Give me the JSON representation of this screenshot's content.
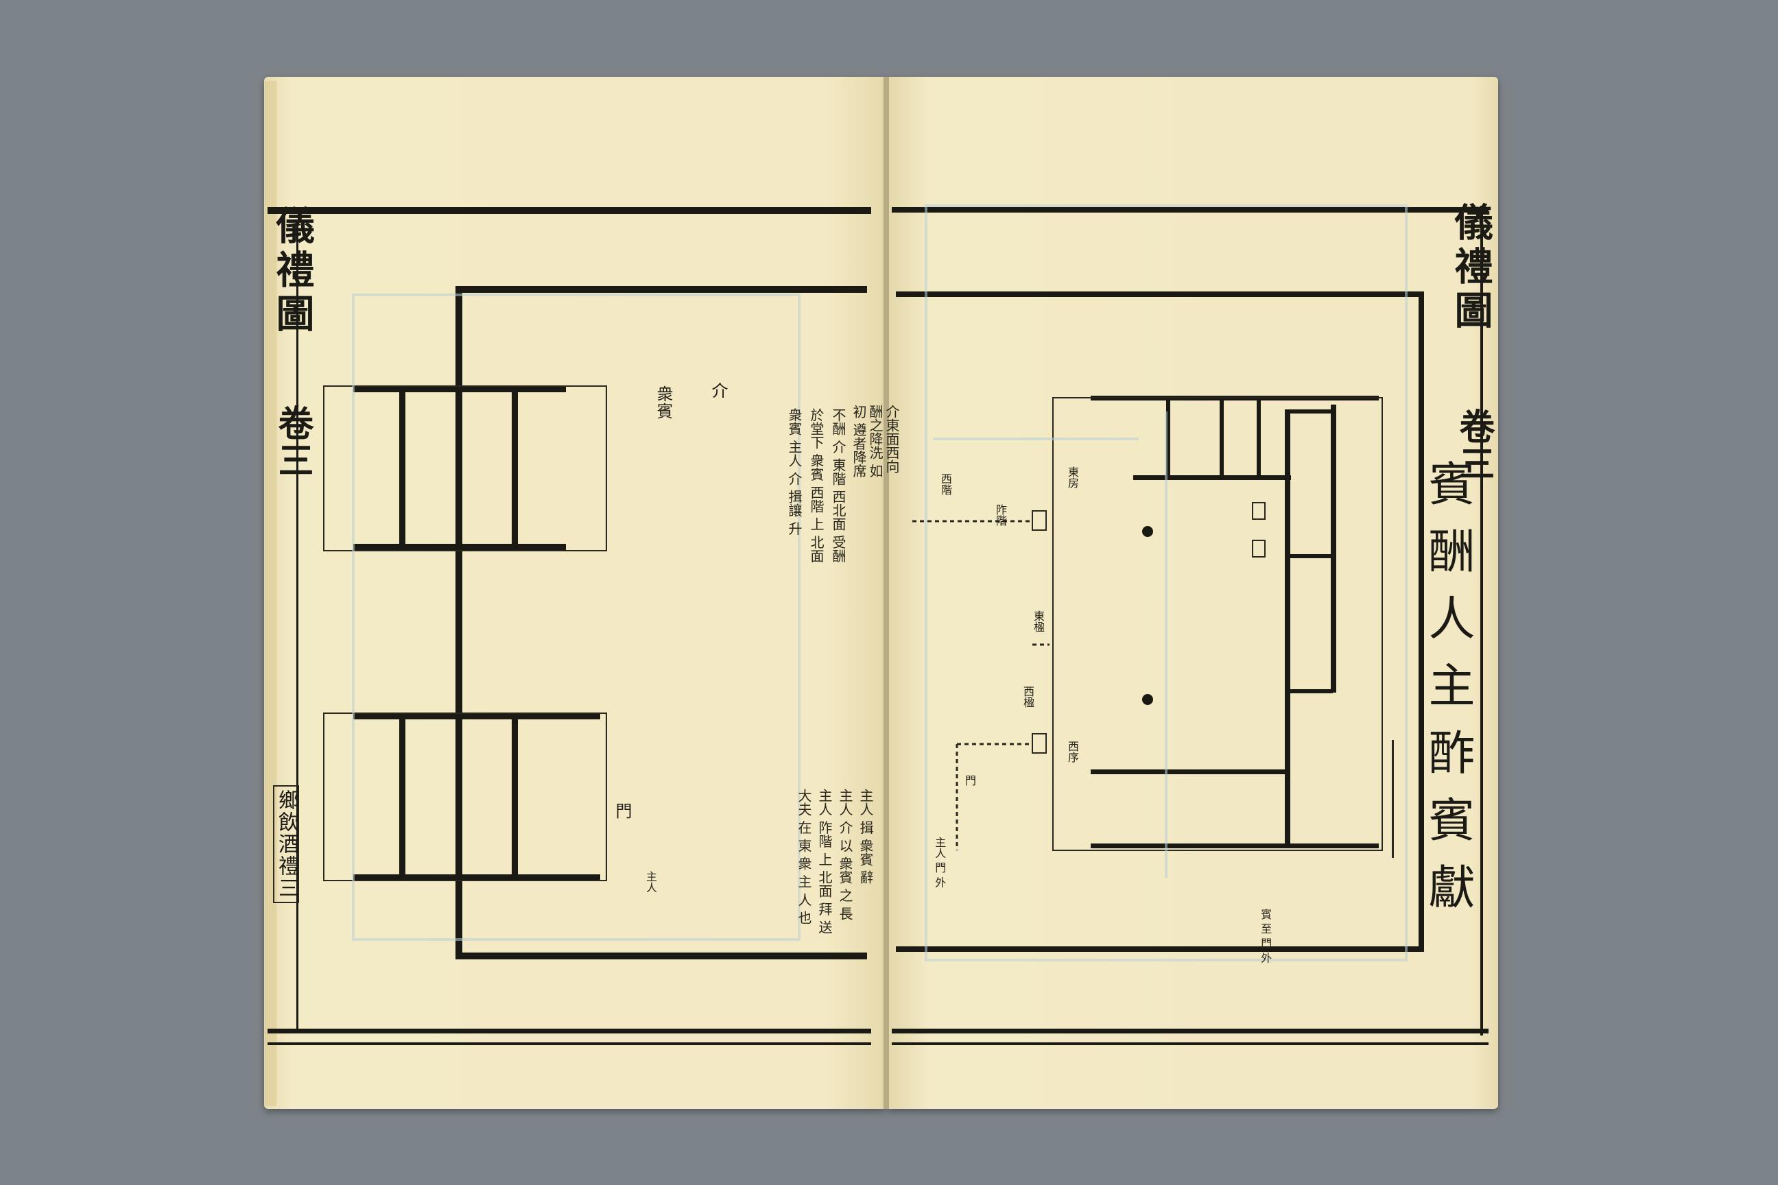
{
  "book": {
    "left_page": {
      "running_title": "儀禮圖",
      "volume_marker": "卷三",
      "chapter_box": "鄉飲酒禮三",
      "diagram_labels": {
        "top_right": "介",
        "top_right_2": "衆賓",
        "bottom_right": "門",
        "bottom_right_2": "主人"
      },
      "annotation_columns": [
        "介東面西向酬之降洗 如初 遵者降席",
        "不酬 介 東階 西北面 受酬",
        "於堂下 衆賓 西階 上 北面",
        "衆賓 主人 介 揖讓 升",
        "主人 揖 衆賓 辭",
        "主人 介 以 衆賓 之 長",
        "主人 阼階 上 北面 拜 送",
        "大夫 在 東 衆 主 人 也"
      ]
    },
    "right_page": {
      "running_title": "儀禮圖",
      "volume_marker": "卷三",
      "diagram_title": "賓酬人主酢賓獻",
      "diagram_labels": {
        "east_room": "東房",
        "west_room": "西序",
        "hall_east": "東楹",
        "hall_west": "西楹",
        "gate": "門",
        "steps_east": "阼階",
        "steps_west": "西階",
        "bottom_left": "主人 門 外",
        "bottom_right": "賓 至 門 外"
      }
    }
  }
}
